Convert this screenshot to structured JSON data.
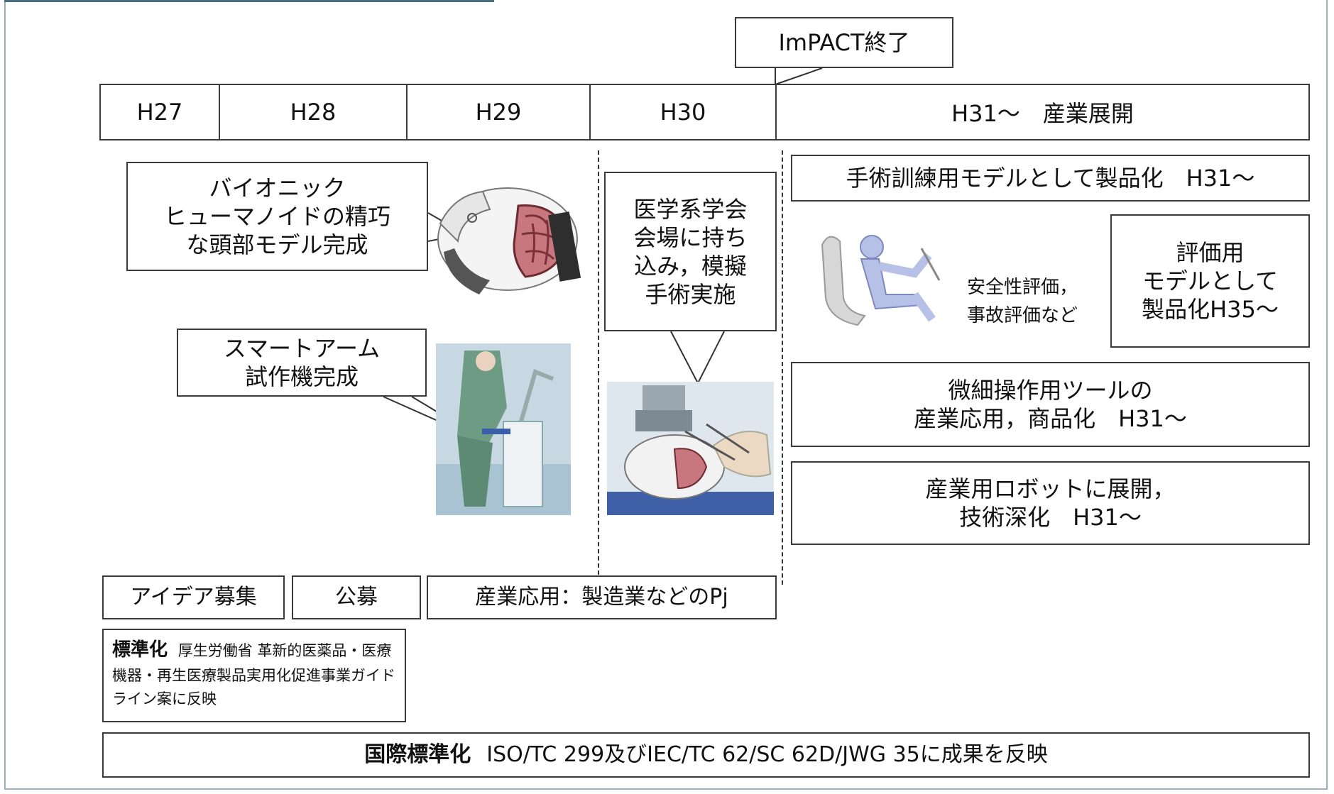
{
  "callout_impact": "ImPACT終了",
  "timeline": {
    "years": [
      "H27",
      "H28",
      "H29",
      "H30",
      "H31～　産業展開"
    ]
  },
  "left_callouts": {
    "bionic": "バイオニック\nヒューマノイドの精巧\nな頭部モデル完成",
    "smart_arm": "スマートアーム\n試作機完成",
    "academic": "医学系学会\n会場に持ち\n込み，模擬\n手術実施"
  },
  "right_boxes": {
    "training": "手術訓練用モデルとして製品化　H31～",
    "safety_caption": "安全性評価，\n事故評価など",
    "eval_model": "評価用\nモデルとして\n製品化H35～",
    "micro_tools": "微細操作用ツールの\n産業応用，商品化　H31～",
    "industrial": "産業用ロボットに展開，\n技術深化　H31～"
  },
  "bottom": {
    "idea": "アイデア募集",
    "koubo": "公募",
    "industry_pj": "産業応用：製造業などのPj",
    "std_bold": "標準化",
    "std_text": "厚生労働省 革新的医薬品・医療機器・再生医療製品実用化促進事業ガイドライン案に反映",
    "intl_bold": "国際標準化",
    "intl_text": "ISO/TC 299及びIEC/TC 62/SC 62D/JWG 35に成果を反映"
  },
  "colors": {
    "border": "#3a3a3a",
    "frame": "#9fb1b8",
    "figure_fill": "#b7c1e8"
  }
}
